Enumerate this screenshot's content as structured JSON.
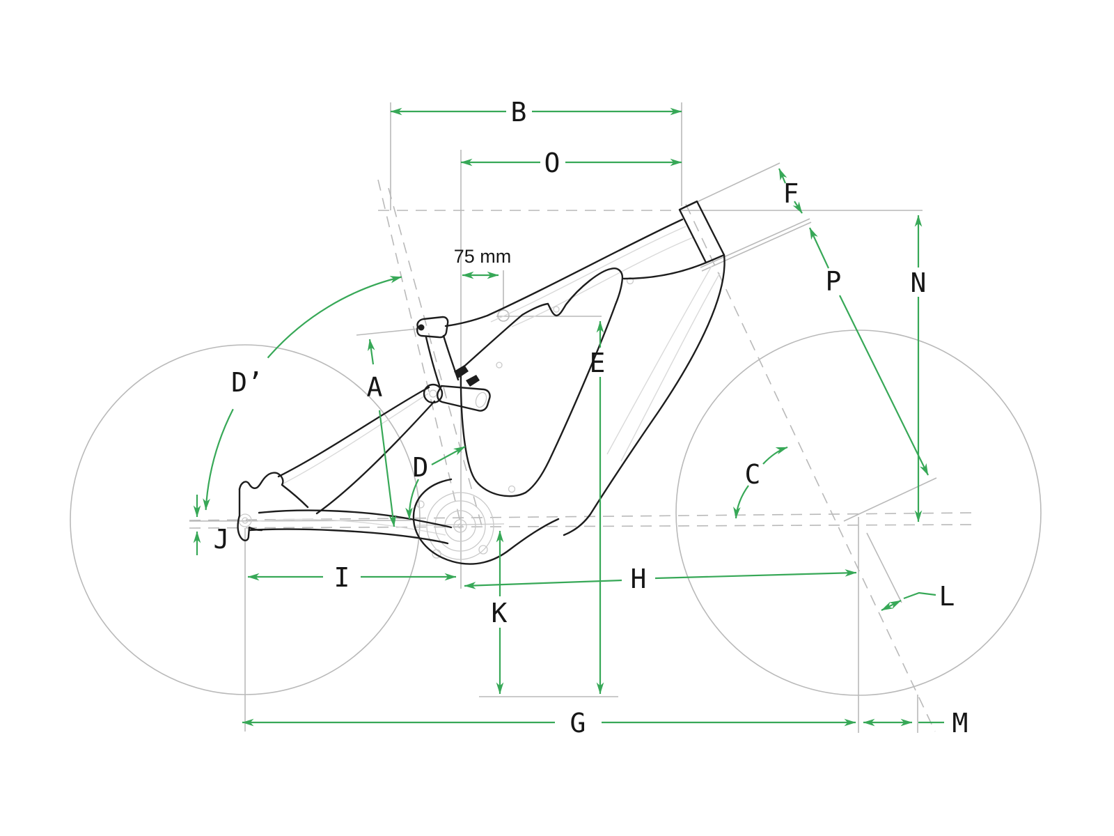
{
  "diagram": {
    "title": "bike-frame-geometry-diagram",
    "offset_note": "75 mm",
    "labels": {
      "A": "A",
      "B": "B",
      "C": "C",
      "D": "D",
      "Dprime": "D’",
      "E": "E",
      "F": "F",
      "G": "G",
      "H": "H",
      "I": "I",
      "J": "J",
      "K": "K",
      "L": "L",
      "M": "M",
      "N": "N",
      "O": "O",
      "P": "P"
    },
    "colors": {
      "dimension_green": "#37a857",
      "construction_gray": "#b9b9b9",
      "frame_black": "#1d1d1d",
      "label_text": "#161616"
    }
  }
}
